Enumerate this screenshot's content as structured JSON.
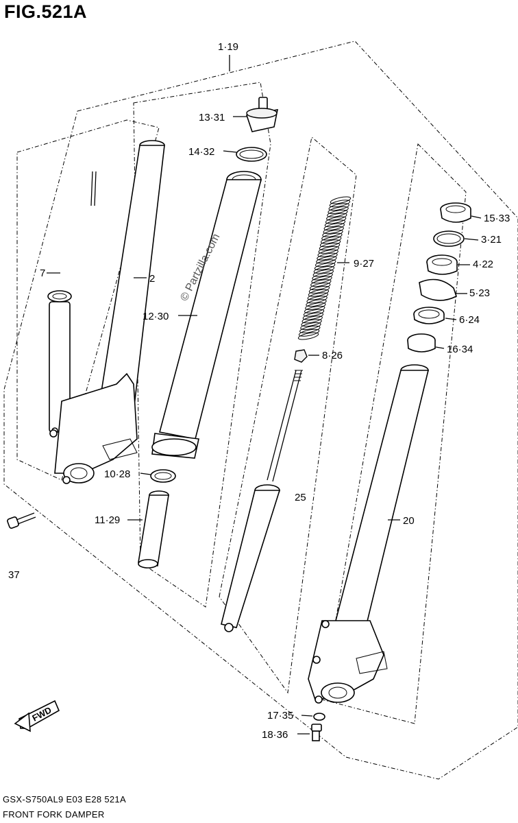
{
  "figure": {
    "title": "FIG.521A",
    "footer_code": "GSX-S750AL9  E03  E28  521A",
    "footer_name": "FRONT FORK DAMPER",
    "watermark": "© Partzilla.com",
    "fwd_label": "FWD"
  },
  "labels": {
    "l1_19": "1·19",
    "l2": "2",
    "l3_21": "3·21",
    "l4_22": "4·22",
    "l5_23": "5·23",
    "l6_24": "6·24",
    "l7": "7",
    "l8_26": "8·26",
    "l9_27": "9·27",
    "l10_28": "10·28",
    "l11_29": "11·29",
    "l12_30": "12·30",
    "l13_31": "13·31",
    "l14_32": "14·32",
    "l15_33": "15·33",
    "l16_34": "16·34",
    "l17_35": "17·35",
    "l18_36": "18·36",
    "l20": "20",
    "l25": "25",
    "l37": "37"
  }
}
